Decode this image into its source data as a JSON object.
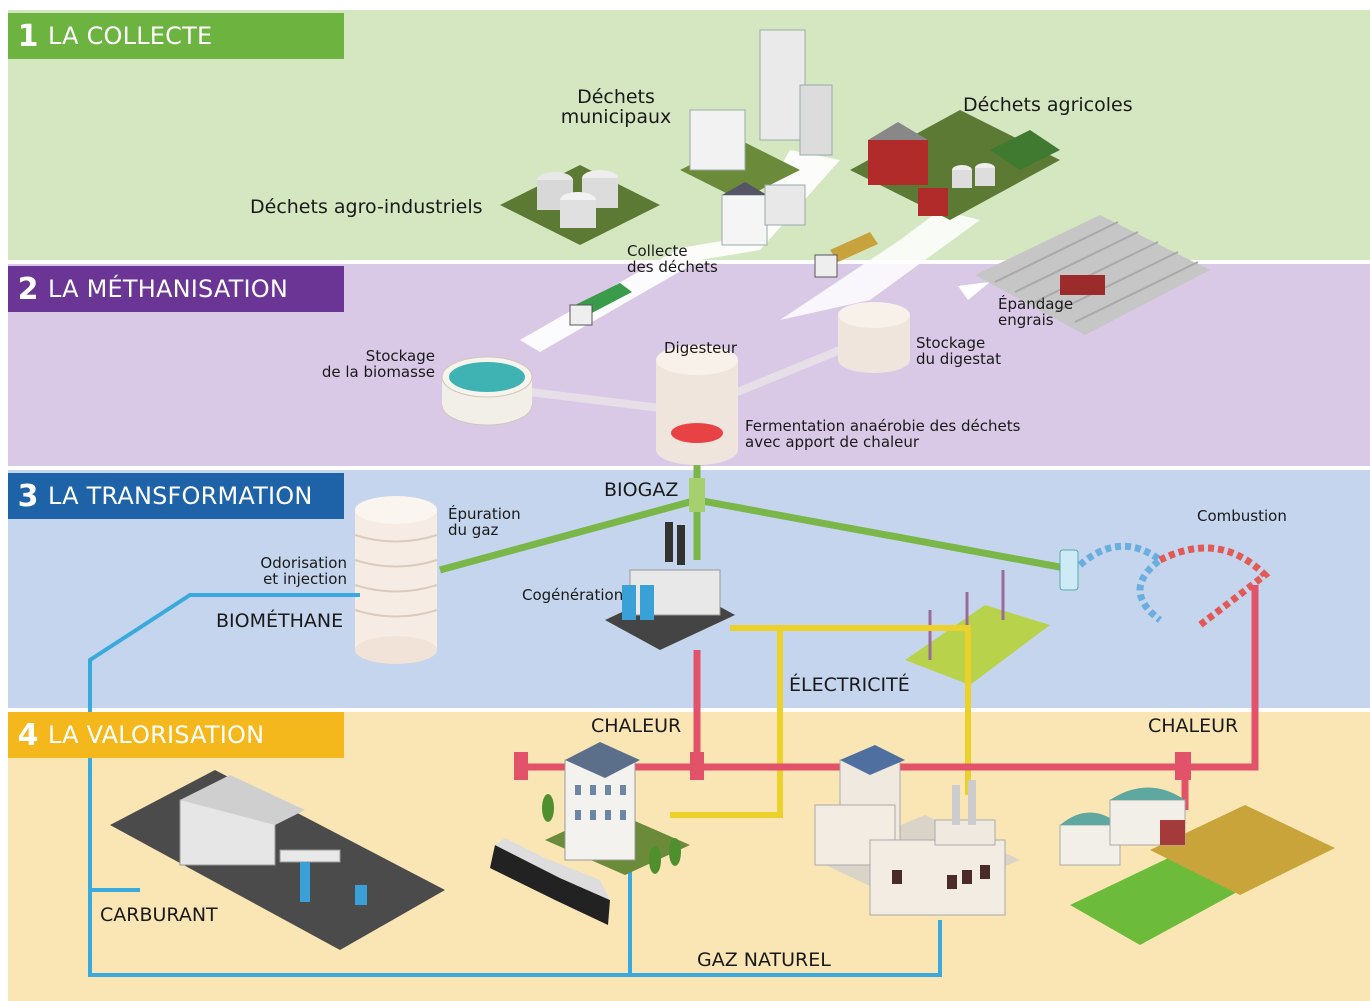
{
  "sections": [
    {
      "number": "1",
      "title": "LA COLLECTE",
      "bg": "#d5e7c1",
      "header_color": "#6cb33f"
    },
    {
      "number": "2",
      "title": "LA MÉTHANISATION",
      "bg": "#d9c9e6",
      "header_color": "#6a3594"
    },
    {
      "number": "3",
      "title": "LA TRANSFORMATION",
      "bg": "#c4d5ed",
      "header_color": "#1e63a8"
    },
    {
      "number": "4",
      "title": "LA VALORISATION",
      "bg": "#fae6b5",
      "header_color": "#f5b81c"
    }
  ],
  "collecte": {
    "agro": "Déchets agro-industriels",
    "municipaux": "Déchets\nmunicipaux",
    "agricoles": "Déchets agricoles",
    "collecte": "Collecte\ndes déchets"
  },
  "methanisation": {
    "stockage_biomasse": "Stockage\nde la biomasse",
    "digesteur": "Digesteur",
    "stockage_digestat": "Stockage\ndu digestat",
    "epandage": "Épandage\nengrais",
    "fermentation": "Fermentation anaérobie des déchets\navec apport de chaleur"
  },
  "transformation": {
    "biogaz": "BIOGAZ",
    "epuration": "Épuration\ndu gaz",
    "odorisation": "Odorisation\net injection",
    "biomethane": "BIOMÉTHANE",
    "cogeneration": "Cogénération",
    "combustion": "Combustion",
    "electricite": "ÉLECTRICITÉ"
  },
  "valorisation": {
    "chaleur_left": "CHALEUR",
    "chaleur_right": "CHALEUR",
    "carburant": "CARBURANT",
    "gaz_naturel": "GAZ NATUREL"
  },
  "colors": {
    "pipe_green": "#7ab648",
    "pipe_red": "#e2536a",
    "pipe_yellow": "#ecd12b",
    "pipe_blue": "#3aa9dd"
  }
}
